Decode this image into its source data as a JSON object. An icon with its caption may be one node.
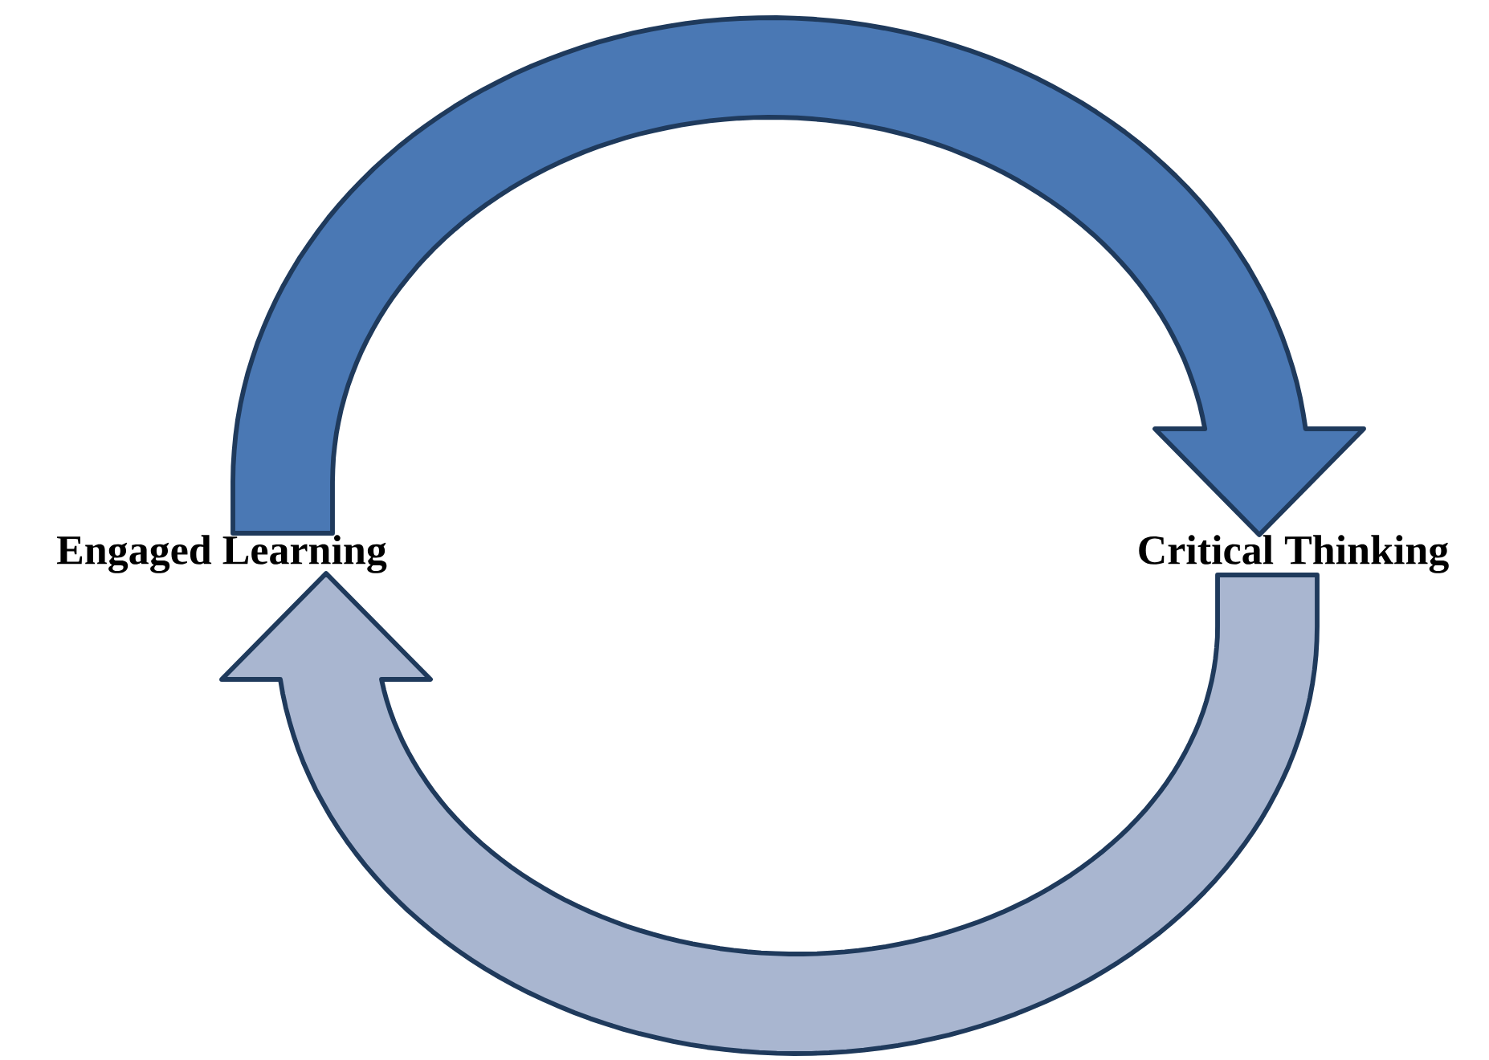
{
  "diagram": {
    "nodes": [
      {
        "text": [
          "Engaged Learning"
        ]
      },
      {
        "text": [
          "Critical Thinking"
        ]
      }
    ],
    "edges": [
      {
        "from": 0,
        "to": 1,
        "arrow": "to",
        "color": "#4a78b4"
      },
      {
        "from": 1,
        "to": 0,
        "arrow": "to",
        "color": "#a9b6d0"
      }
    ]
  }
}
